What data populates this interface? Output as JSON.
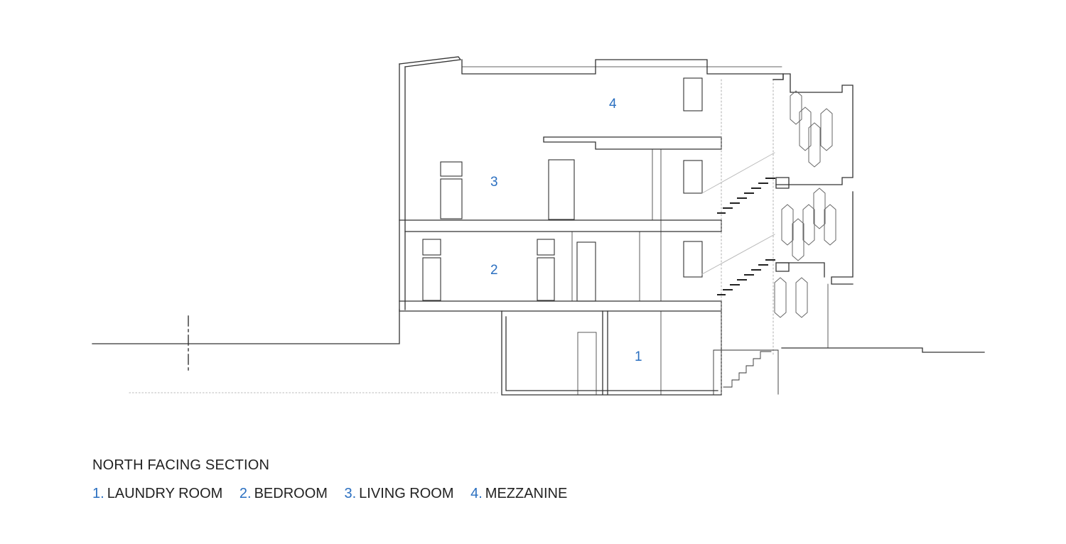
{
  "title": "NORTH FACING SECTION",
  "rooms": [
    {
      "num": "1",
      "name": "LAUNDRY ROOM",
      "label": "1"
    },
    {
      "num": "2.",
      "name": "BEDROOM",
      "label": "2"
    },
    {
      "num": "3.",
      "name": "LIVING ROOM",
      "label": "3"
    },
    {
      "num": "4.",
      "name": "MEZZANINE",
      "label": "4"
    }
  ],
  "legend": {
    "item1_num": "1.",
    "item1_name": "LAUNDRY ROOM",
    "item2_num": "2.",
    "item2_name": "BEDROOM",
    "item3_num": "3.",
    "item3_name": "LIVING ROOM",
    "item4_num": "4.",
    "item4_name": "MEZZANINE"
  },
  "colors": {
    "accent": "#2a6fc0",
    "line": "#333333",
    "light_line": "#bbbbbb",
    "text": "#222222"
  }
}
